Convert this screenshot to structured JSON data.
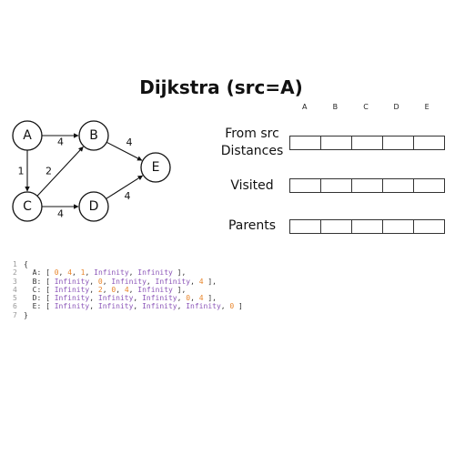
{
  "title": "Dijkstra (src=A)",
  "graph": {
    "nodes": [
      {
        "id": "A"
      },
      {
        "id": "B"
      },
      {
        "id": "C"
      },
      {
        "id": "D"
      },
      {
        "id": "E"
      }
    ],
    "edges": [
      {
        "from": "A",
        "to": "B",
        "weight": "4"
      },
      {
        "from": "A",
        "to": "C",
        "weight": "1"
      },
      {
        "from": "C",
        "to": "B",
        "weight": "2"
      },
      {
        "from": "C",
        "to": "D",
        "weight": "4"
      },
      {
        "from": "B",
        "to": "E",
        "weight": "4"
      },
      {
        "from": "D",
        "to": "E",
        "weight": "4"
      }
    ]
  },
  "table": {
    "columns": [
      "A",
      "B",
      "C",
      "D",
      "E"
    ],
    "rows": [
      {
        "label_line1": "From src",
        "label_line2": "Distances"
      },
      {
        "label_line1": "Visited",
        "label_line2": ""
      },
      {
        "label_line1": "Parents",
        "label_line2": ""
      }
    ]
  },
  "code": {
    "lines": [
      {
        "n": "1",
        "key": "{",
        "vals": []
      },
      {
        "n": "2",
        "key": "  A: [ ",
        "vals": [
          "0",
          "4",
          "1",
          "Infinity",
          "Infinity"
        ]
      },
      {
        "n": "3",
        "key": "  B: [ ",
        "vals": [
          "Infinity",
          "0",
          "Infinity",
          "Infinity",
          "4"
        ]
      },
      {
        "n": "4",
        "key": "  C: [ ",
        "vals": [
          "Infinity",
          "2",
          "0",
          "4",
          "Infinity"
        ]
      },
      {
        "n": "5",
        "key": "  D: [ ",
        "vals": [
          "Infinity",
          "Infinity",
          "Infinity",
          "0",
          "4"
        ]
      },
      {
        "n": "6",
        "key": "  E: [ ",
        "vals": [
          "Infinity",
          "Infinity",
          "Infinity",
          "Infinity",
          "0"
        ]
      },
      {
        "n": "7",
        "key": "}",
        "vals": []
      }
    ]
  }
}
